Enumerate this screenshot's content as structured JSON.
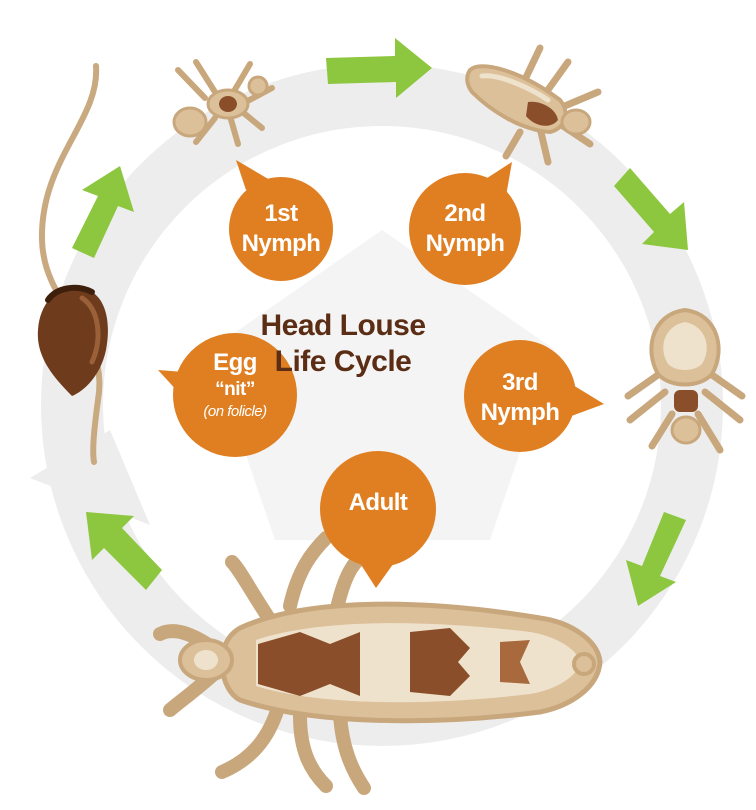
{
  "title": {
    "line1": "Head Louse",
    "line2": "Life Cycle"
  },
  "stages": {
    "first_nymph": {
      "line1": "1st",
      "line2": "Nymph"
    },
    "second_nymph": {
      "line1": "2nd",
      "line2": "Nymph"
    },
    "third_nymph": {
      "line1": "3rd",
      "line2": "Nymph"
    },
    "adult": {
      "line1": "Adult"
    },
    "egg": {
      "line1": "Egg",
      "line2": "“nit”",
      "line3": "(on folicle)"
    }
  },
  "colors": {
    "bubble": "#e07f22",
    "arrow": "#8dc63f",
    "ring": "#ececec",
    "louse_body": "#d8b98f",
    "louse_dark": "#8a4e2a",
    "title": "#5a2d14",
    "hair": "#c9aa80",
    "nit": "#6e3b1c"
  },
  "icons": [
    "egg-nit-icon",
    "first-nymph-icon",
    "second-nymph-icon",
    "third-nymph-icon",
    "adult-louse-icon"
  ]
}
